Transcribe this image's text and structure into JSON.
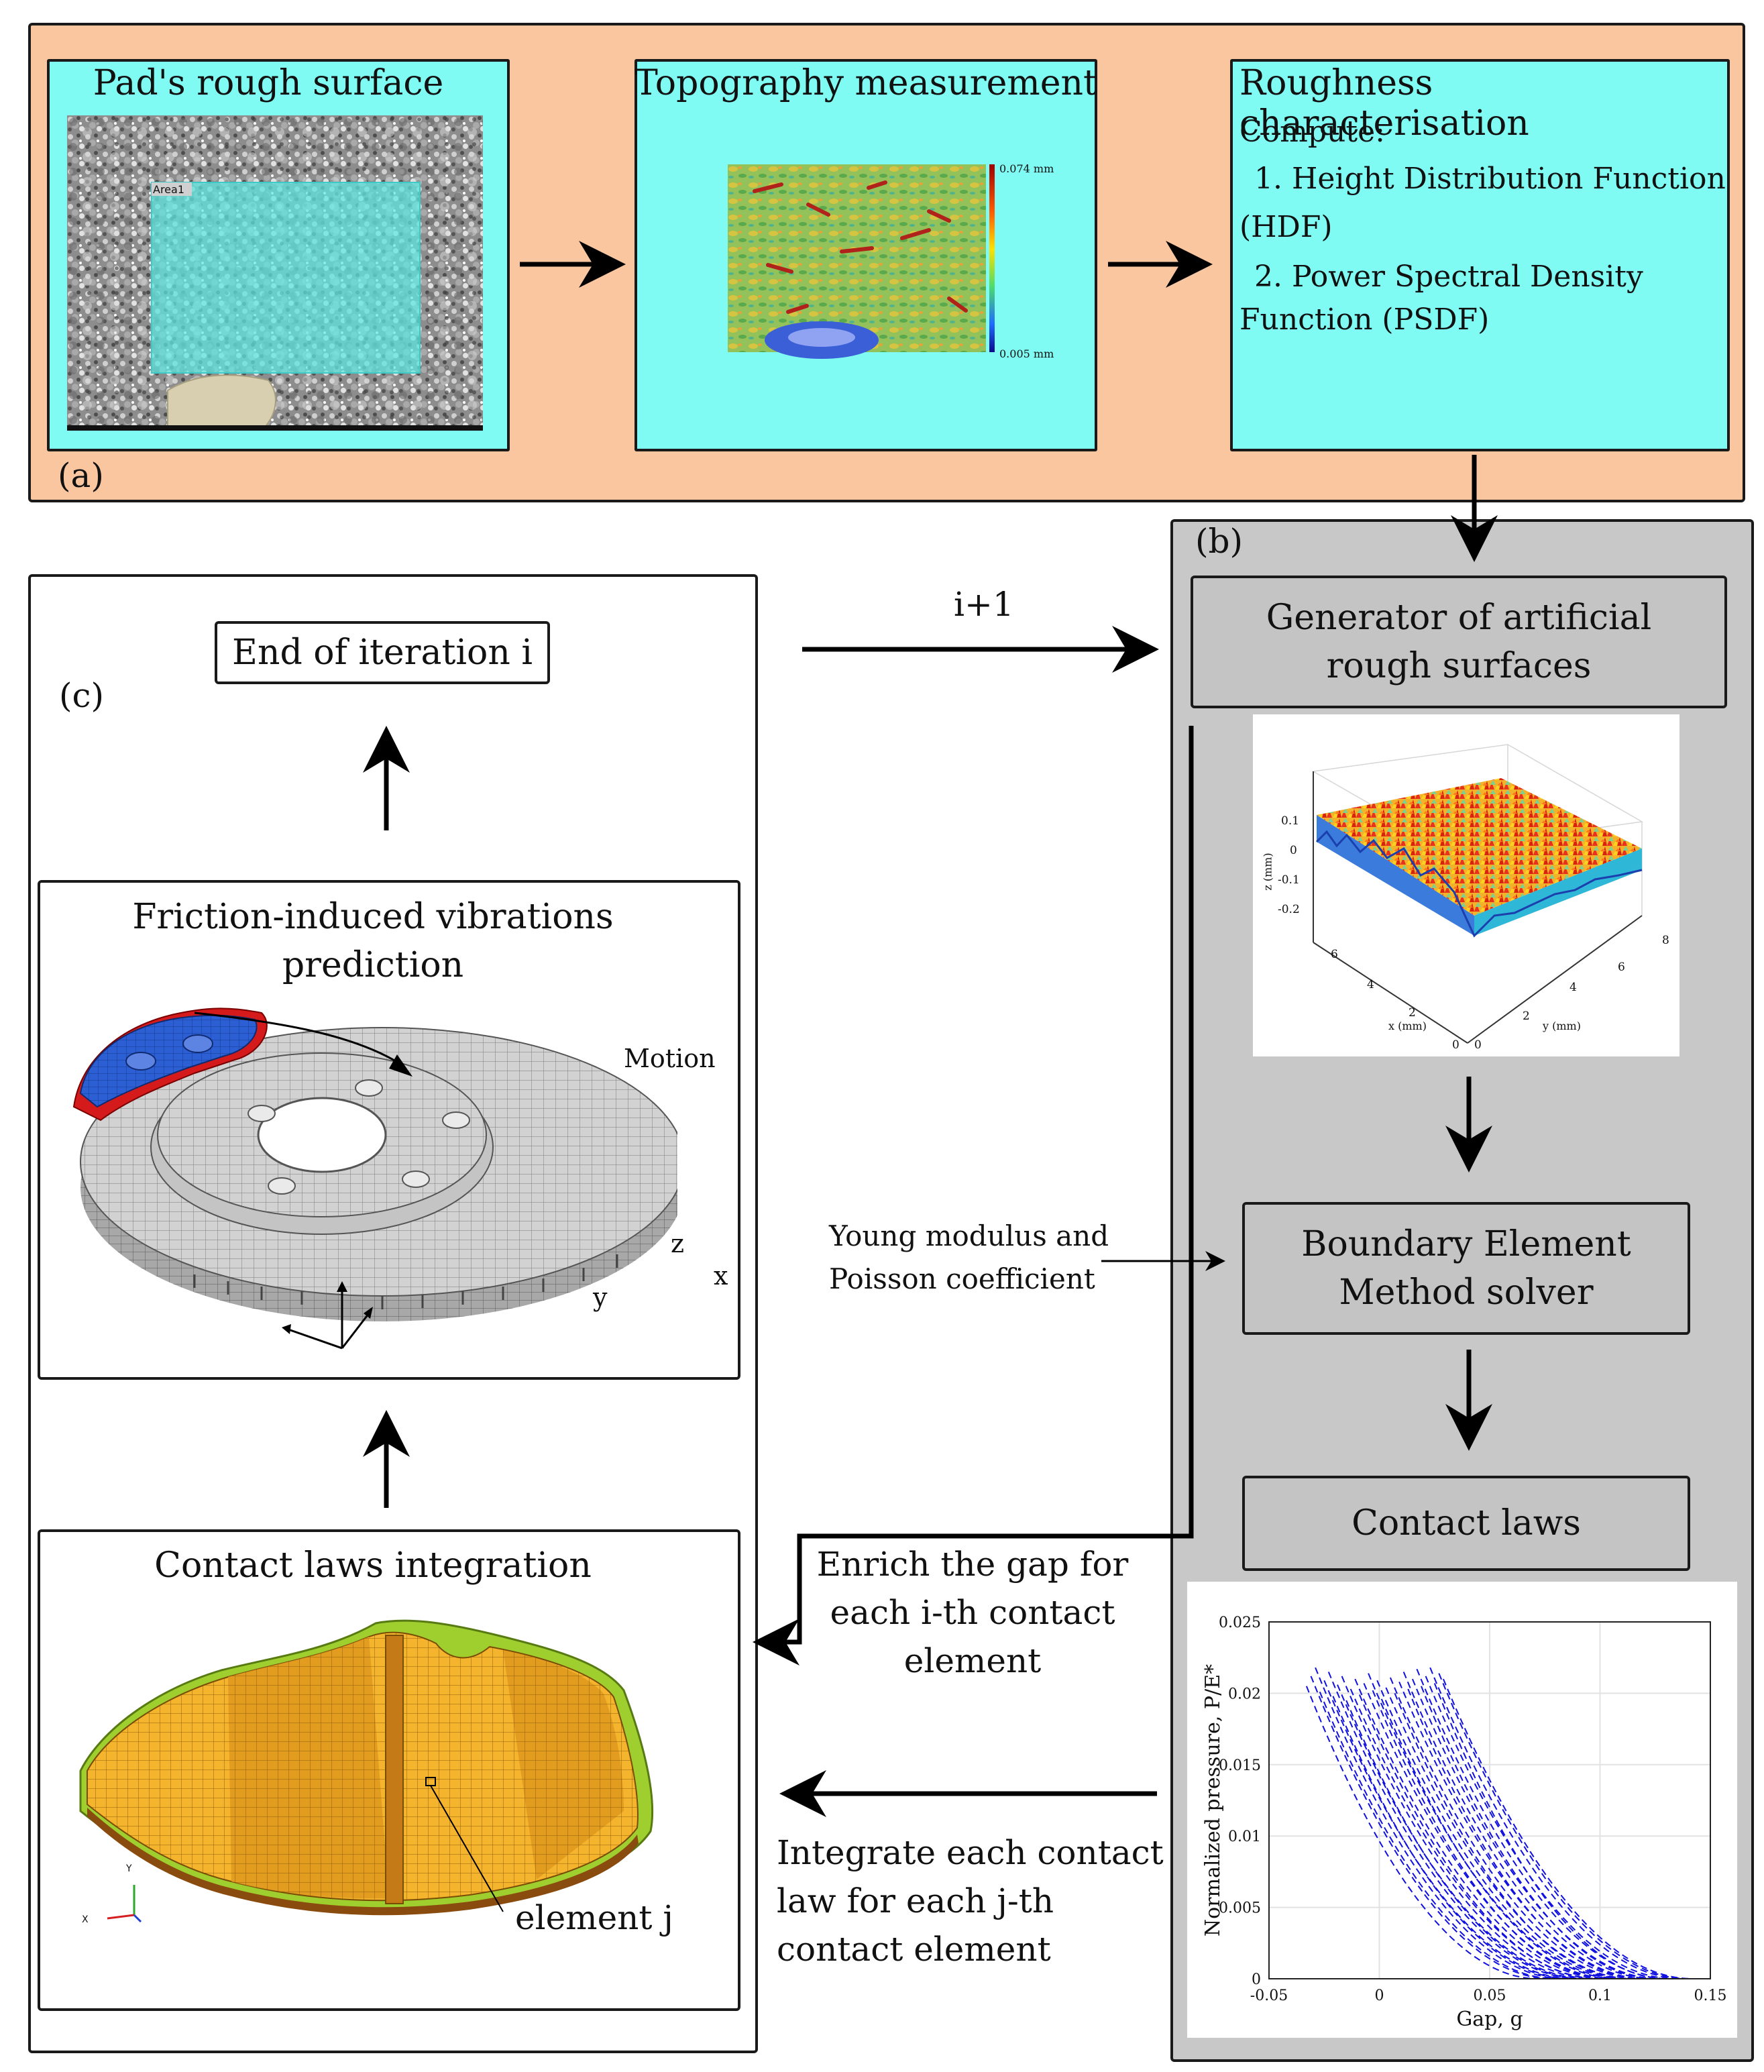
{
  "panel_a": {
    "label": "(a)",
    "pad_title": "Pad's rough surface",
    "area_tag": "Area1",
    "topo_title": "Topography measurement",
    "colorbar_max": "0.074 mm",
    "colorbar_min": "0.005 mm",
    "rough_title": "Roughness characterisation",
    "compute_label": "Compute:",
    "item1_line1": "1. Height Distribution Function",
    "item1_line2": "(HDF)",
    "item2_line1": "2. Power Spectral Density",
    "item2_line2": "Function (PSDF)"
  },
  "panel_b": {
    "label": "(b)",
    "generator_line1": "Generator of artificial",
    "generator_line2": "rough surfaces",
    "bem_line1": "Boundary Element",
    "bem_line2": "Method solver",
    "contact_laws": "Contact laws",
    "surface_plot": {
      "z_axis_label": "z (mm)",
      "x_axis_label": "x (mm)",
      "y_axis_label": "y (mm)",
      "z_ticks": [
        "0.1",
        "0",
        "-0.1",
        "-0.2"
      ],
      "x_ticks": [
        "6",
        "4",
        "2",
        "0"
      ],
      "y_ticks": [
        "0",
        "2",
        "4",
        "6",
        "8"
      ]
    }
  },
  "panel_c": {
    "label": "(c)",
    "end_iteration": "End of iteration i",
    "fiv_line1": "Friction-induced vibrations",
    "fiv_line2": "prediction",
    "motion": "Motion",
    "axis_z": "z",
    "axis_x": "x",
    "axis_y": "y",
    "integration_title": "Contact laws integration",
    "element_label": "element j",
    "mini_axis_y": "Y",
    "mini_axis_x": "X"
  },
  "flow": {
    "iteration_label": "i+1",
    "young_line1": "Young modulus and",
    "young_line2": "Poisson coefficient",
    "enrich_line1": "Enrich the gap for",
    "enrich_line2": "each i-th contact",
    "enrich_line3": "element",
    "integrate_line1": "Integrate each contact",
    "integrate_line2": "law for each j-th",
    "integrate_line3": "contact element"
  },
  "chart_data": {
    "type": "line",
    "xlabel": "Gap, g",
    "ylabel": "Normalized pressure, P/E*",
    "xlim": [
      -0.05,
      0.15
    ],
    "ylim": [
      0,
      0.025
    ],
    "x_ticks": [
      "-0.05",
      "0",
      "0.05",
      "0.1",
      "0.15"
    ],
    "y_ticks": [
      "0",
      "0.005",
      "0.01",
      "0.015",
      "0.02",
      "0.025"
    ],
    "grid": true,
    "line_style": "dashed",
    "line_color": "#1010e0",
    "curve_model": "p = p0 * ((g_end - g) / (g_end - g0))^2",
    "series": [
      {
        "g0": -0.033,
        "p0": 0.0205,
        "g_end": 0.072
      },
      {
        "g0": -0.031,
        "p0": 0.0212,
        "g_end": 0.078
      },
      {
        "g0": -0.029,
        "p0": 0.0218,
        "g_end": 0.084
      },
      {
        "g0": -0.027,
        "p0": 0.0201,
        "g_end": 0.08
      },
      {
        "g0": -0.025,
        "p0": 0.0209,
        "g_end": 0.088
      },
      {
        "g0": -0.023,
        "p0": 0.0215,
        "g_end": 0.091
      },
      {
        "g0": -0.021,
        "p0": 0.0198,
        "g_end": 0.086
      },
      {
        "g0": -0.019,
        "p0": 0.0206,
        "g_end": 0.094
      },
      {
        "g0": -0.017,
        "p0": 0.0212,
        "g_end": 0.097
      },
      {
        "g0": -0.015,
        "p0": 0.0195,
        "g_end": 0.092
      },
      {
        "g0": -0.013,
        "p0": 0.0203,
        "g_end": 0.1
      },
      {
        "g0": -0.011,
        "p0": 0.021,
        "g_end": 0.103
      },
      {
        "g0": -0.009,
        "p0": 0.0199,
        "g_end": 0.099
      },
      {
        "g0": -0.007,
        "p0": 0.0207,
        "g_end": 0.106
      },
      {
        "g0": -0.005,
        "p0": 0.0214,
        "g_end": 0.11
      },
      {
        "g0": -0.003,
        "p0": 0.0202,
        "g_end": 0.104
      },
      {
        "g0": -0.001,
        "p0": 0.0209,
        "g_end": 0.112
      },
      {
        "g0": 0.001,
        "p0": 0.0196,
        "g_end": 0.108
      },
      {
        "g0": 0.003,
        "p0": 0.0204,
        "g_end": 0.115
      },
      {
        "g0": 0.005,
        "p0": 0.0211,
        "g_end": 0.118
      },
      {
        "g0": 0.007,
        "p0": 0.02,
        "g_end": 0.113
      },
      {
        "g0": 0.009,
        "p0": 0.0208,
        "g_end": 0.121
      },
      {
        "g0": 0.011,
        "p0": 0.0215,
        "g_end": 0.124
      },
      {
        "g0": 0.013,
        "p0": 0.0203,
        "g_end": 0.119
      },
      {
        "g0": 0.015,
        "p0": 0.021,
        "g_end": 0.127
      },
      {
        "g0": 0.017,
        "p0": 0.0217,
        "g_end": 0.131
      },
      {
        "g0": 0.019,
        "p0": 0.0205,
        "g_end": 0.125
      },
      {
        "g0": 0.021,
        "p0": 0.0212,
        "g_end": 0.134
      },
      {
        "g0": 0.023,
        "p0": 0.0218,
        "g_end": 0.138
      },
      {
        "g0": 0.025,
        "p0": 0.0207,
        "g_end": 0.13
      },
      {
        "g0": 0.027,
        "p0": 0.0214,
        "g_end": 0.14
      },
      {
        "g0": 0.029,
        "p0": 0.021,
        "g_end": 0.142
      }
    ]
  }
}
